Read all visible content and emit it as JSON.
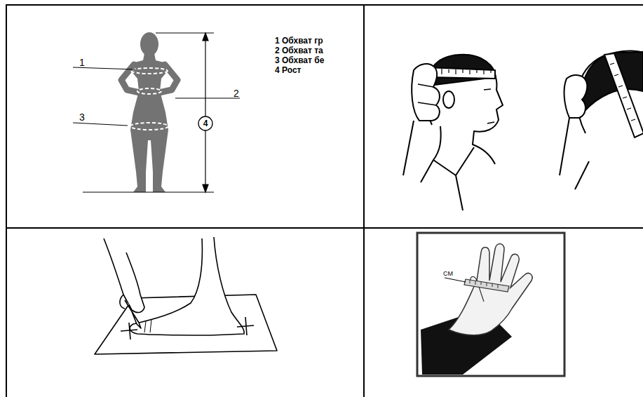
{
  "diagram": {
    "nodes": [
      {
        "text": [
          "4"
        ]
      }
    ],
    "labels": [
      "1",
      "1 Обхват гр",
      "2 Обхват та",
      "3 Обхват бе",
      "4 Рост",
      "2",
      "3",
      "СМ"
    ]
  }
}
